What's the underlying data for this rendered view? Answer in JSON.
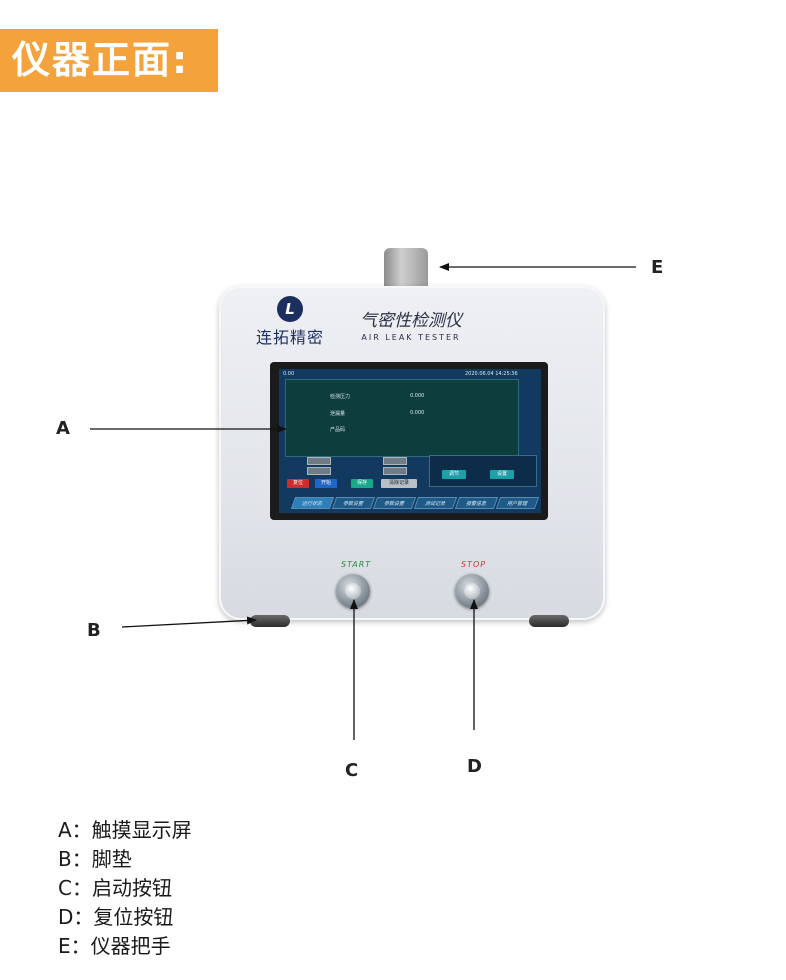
{
  "header": {
    "title": "仪器正面:"
  },
  "device": {
    "brand_name": "连拓精密",
    "brand_mark": "L",
    "model_cn": "气密性检测仪",
    "model_en": "AIR LEAK TESTER",
    "start_label": "START",
    "stop_label": "STOP"
  },
  "screen": {
    "top_left": "0.00",
    "timestamp": "2020.06.04 14:25:36",
    "readings": [
      {
        "label": "检测压力",
        "value": "0.000"
      },
      {
        "label": "泄漏量",
        "value": "0.000"
      },
      {
        "label": "产品码",
        "value": ""
      }
    ],
    "buttons": [
      "复位",
      "开始",
      "保存",
      "清除记录"
    ],
    "panel_buttons": [
      "调节",
      "设置"
    ],
    "tabs": [
      "运行状态",
      "参数设置",
      "参数设置",
      "测试记录",
      "报警信息",
      "用户管理"
    ]
  },
  "callouts": {
    "a": "A",
    "b": "B",
    "c": "C",
    "d": "D",
    "e": "E"
  },
  "legend": [
    "A：触摸显示屏",
    "B：脚垫",
    "C：启动按钮",
    "D：复位按钮",
    "E：仪器把手"
  ],
  "colors": {
    "header_bg": "#f4a23c",
    "screen_bg": "#123a60",
    "brand": "#1d2f5e"
  }
}
